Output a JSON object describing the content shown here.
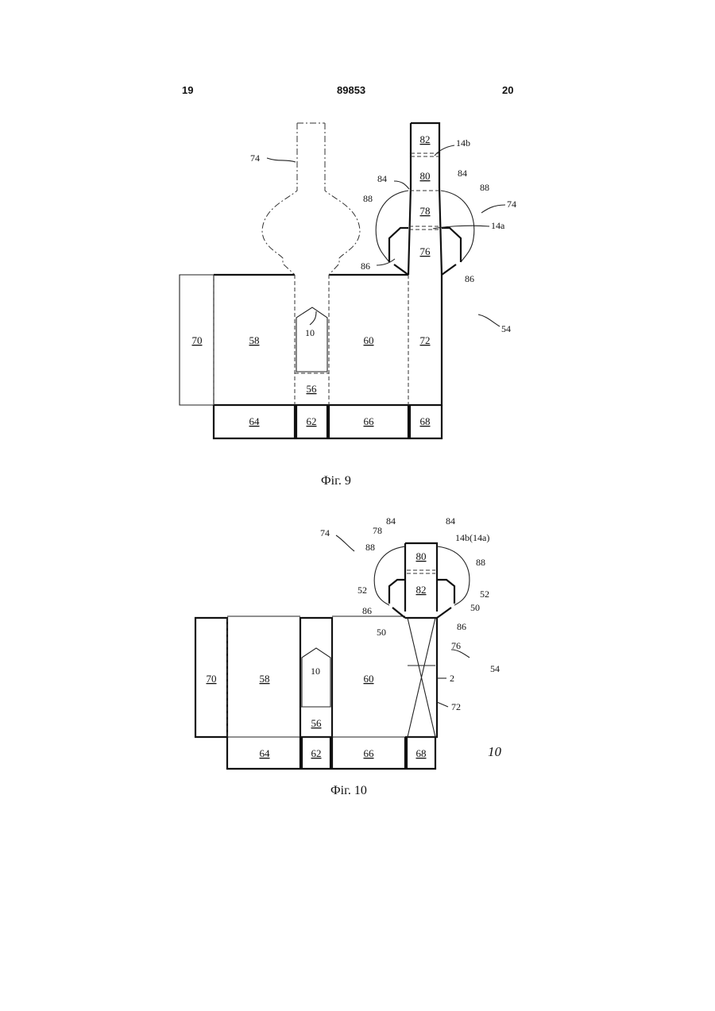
{
  "header": {
    "left": "19",
    "center": "89853",
    "right": "20"
  },
  "fig9": {
    "caption": "Фіг. 9",
    "panels": {
      "p70": "70",
      "p58": "58",
      "p10": "10",
      "p60": "60",
      "p72": "72",
      "p56": "56",
      "p64": "64",
      "p62": "62",
      "p66": "66",
      "p68": "68",
      "p82": "82",
      "p80": "80",
      "p78": "78",
      "p76": "76"
    },
    "refs": {
      "r74a": "74",
      "r74b": "74",
      "r14b": "14b",
      "r84a": "84",
      "r84b": "84",
      "r88a": "88",
      "r88b": "88",
      "r14a": "14a",
      "r86a": "86",
      "r86b": "86",
      "r54": "54"
    }
  },
  "fig10": {
    "caption": "Фіг. 10",
    "panels": {
      "p70": "70",
      "p58": "58",
      "p10": "10",
      "p60": "60",
      "p56": "56",
      "p64": "64",
      "p62": "62",
      "p66": "66",
      "p68": "68",
      "p80": "80",
      "p82": "82"
    },
    "refs": {
      "r74": "74",
      "r78": "78",
      "r84a": "84",
      "r84b": "84",
      "r14": "14b(14a)",
      "r88a": "88",
      "r88b": "88",
      "r52a": "52",
      "r52b": "52",
      "r50a": "50",
      "r50b": "50",
      "r86a": "86",
      "r86b": "86",
      "r76": "76",
      "r54": "54",
      "r2": "2",
      "r72": "72"
    },
    "handwritten": "10"
  }
}
